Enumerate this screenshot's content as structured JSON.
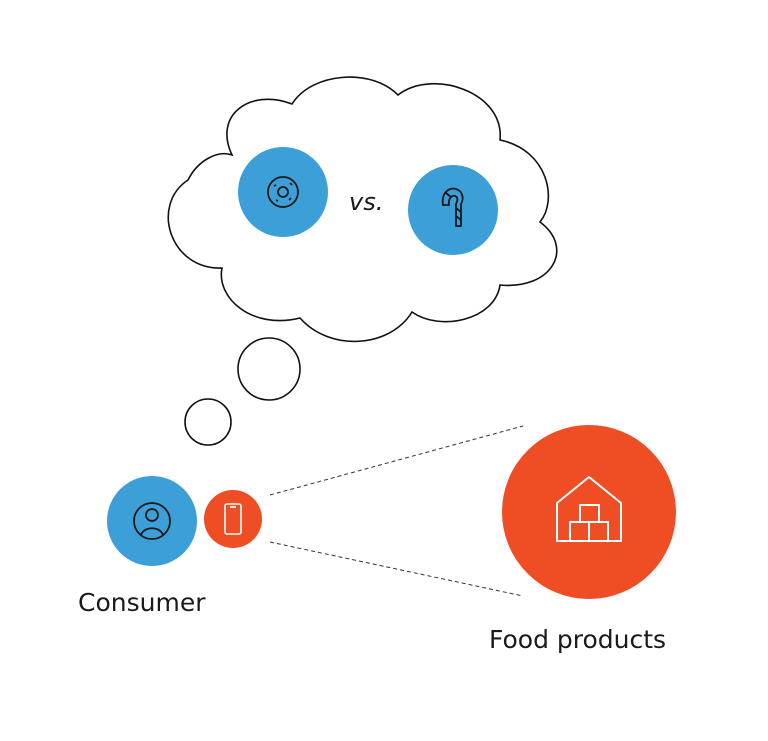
{
  "colors": {
    "blue": "#3d9fd8",
    "orange": "#ef4d24",
    "outline": "#111111",
    "icon_dark": "#1a1a1a",
    "icon_light": "#ffffff"
  },
  "thought": {
    "comparison_text": "vs.",
    "left_icon": "donut-icon",
    "right_icon": "candy-cane-icon"
  },
  "consumer": {
    "label": "Consumer",
    "person_icon": "user-icon",
    "device_icon": "phone-icon"
  },
  "food": {
    "label": "Food products",
    "icon": "house-boxes-icon"
  }
}
